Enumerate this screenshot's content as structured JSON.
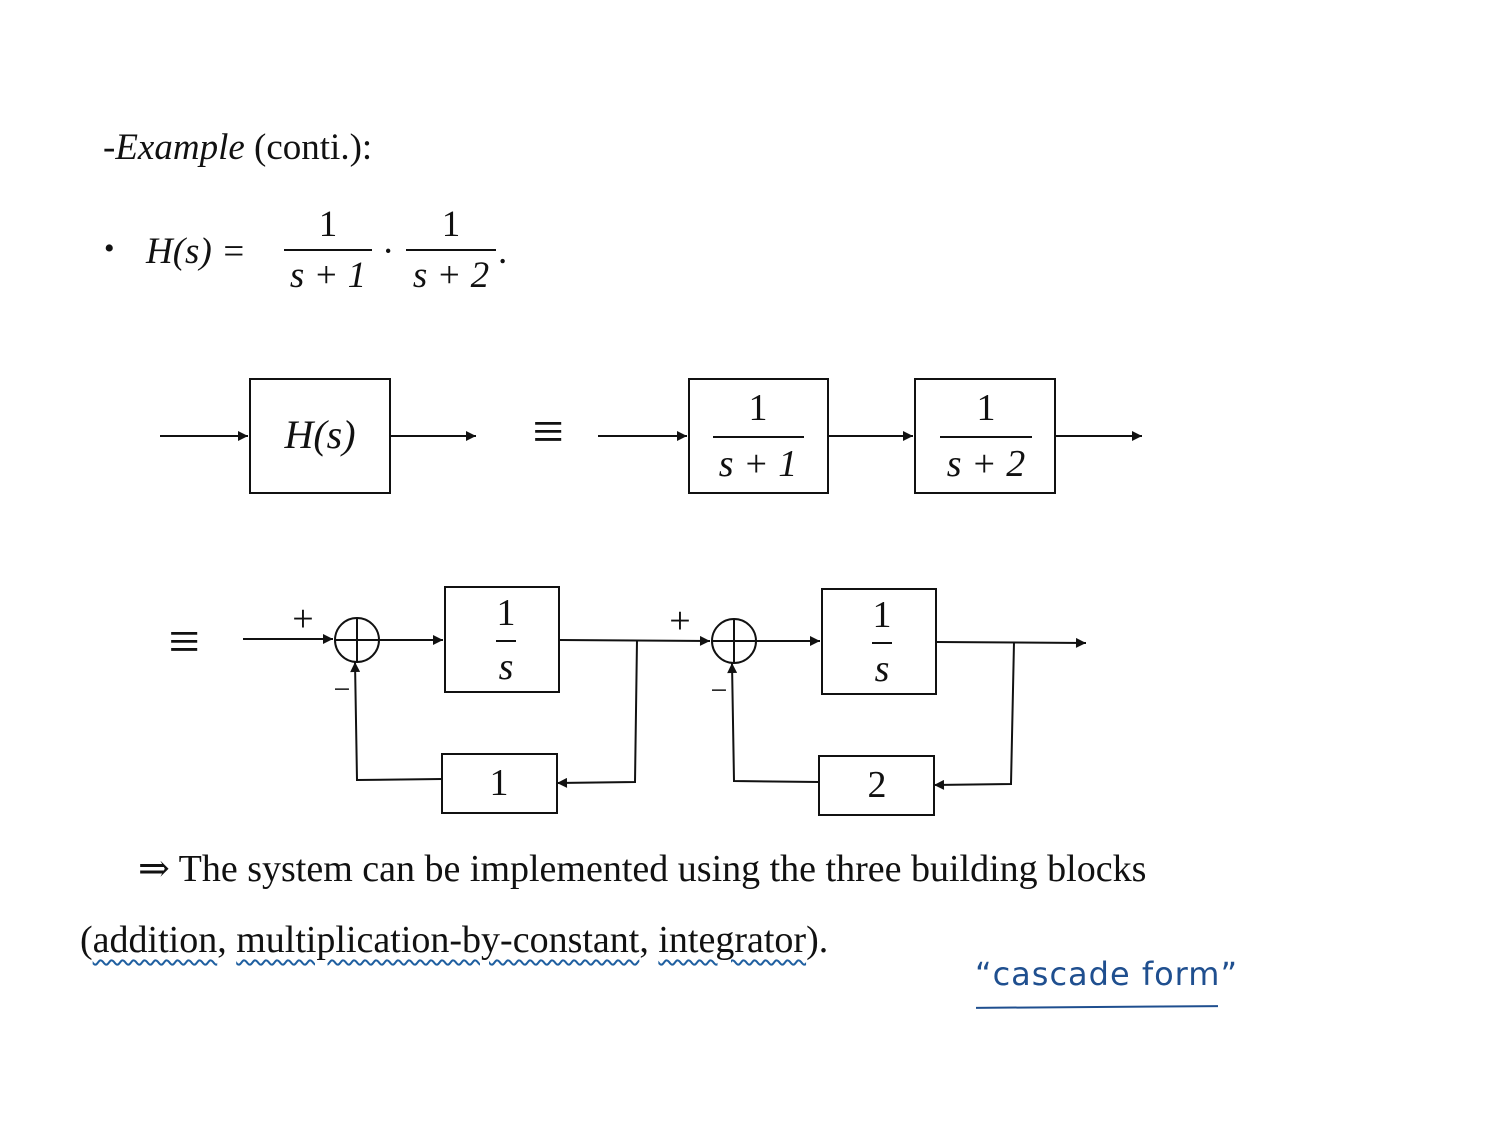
{
  "heading": {
    "prefix": "-",
    "emph": "Example",
    "rest": " (conti.):"
  },
  "transfer": {
    "bullet": "•",
    "lhs": "H(s) =",
    "f1_num": "1",
    "f1_den": "s + 1",
    "dot": "·",
    "f2_num": "1",
    "f2_den": "s + 2",
    "end": "."
  },
  "diagram1": {
    "h_block": "H(s)",
    "equiv": "≡",
    "b1_num": "1",
    "b1_den": "s + 1",
    "b2_num": "1",
    "b2_den": "s + 2"
  },
  "diagram2": {
    "equiv": "≡",
    "plus1": "+",
    "minus1": "−",
    "int1_num": "1",
    "int1_den": "s",
    "plus2": "+",
    "minus2": "−",
    "int2_num": "1",
    "int2_den": "s",
    "gain1": "1",
    "gain2": "2"
  },
  "conclusion": {
    "line1": "⇒ The system can be implemented using the three building blocks",
    "open": "(",
    "w1": "addition",
    "sep1": ", ",
    "w2": "multiplication-by-constant",
    "sep2": ", ",
    "w3": "integrator",
    "close": ")."
  },
  "annotation": {
    "text": "“cascade form”",
    "color": "#1f4f8f"
  }
}
